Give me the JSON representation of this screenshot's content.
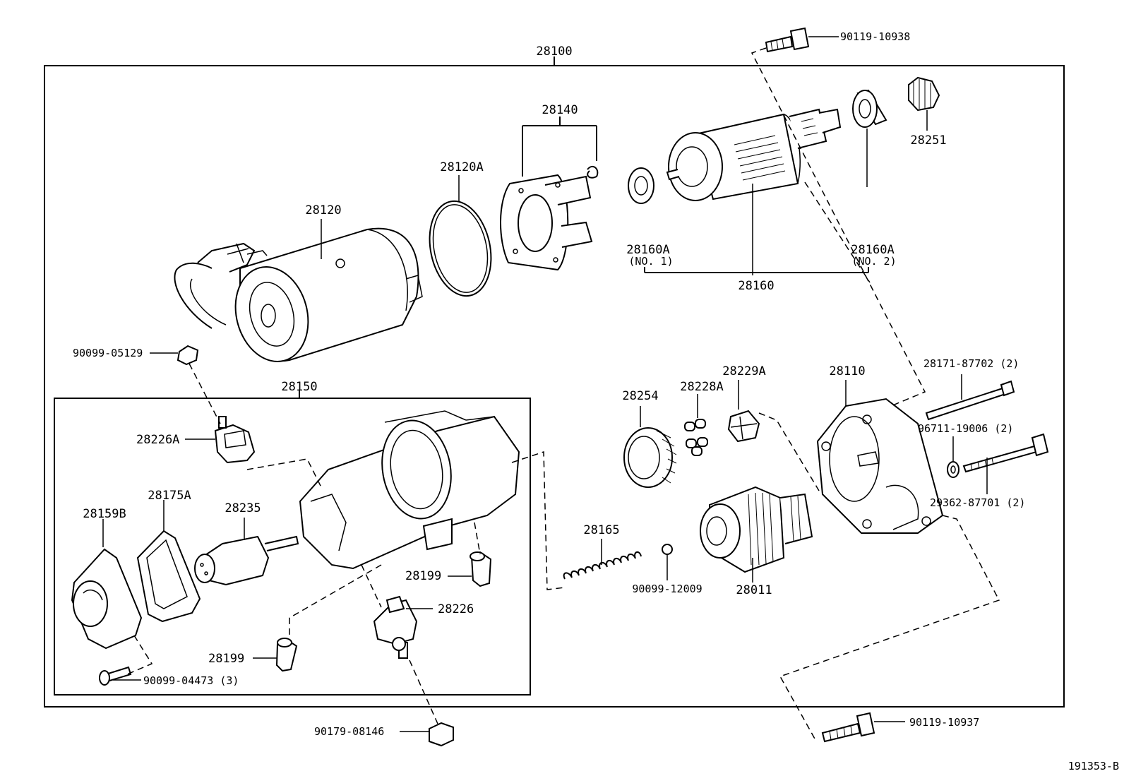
{
  "diagram_id": "191353-B",
  "labels": {
    "p28100": "28100",
    "p28140": "28140",
    "p28120A": "28120A",
    "p28120": "28120",
    "p28160A_1": "28160A",
    "p28160A_1_note": "(NO. 1)",
    "p28160A_2": "28160A",
    "p28160A_2_note": "(NO. 2)",
    "p28160": "28160",
    "p28251": "28251",
    "p90119_10938": "90119-10938",
    "p90099_05129": "90099-05129",
    "p28150": "28150",
    "p28226A": "28226A",
    "p28175A": "28175A",
    "p28159B": "28159B",
    "p28235": "28235",
    "p28199_a": "28199",
    "p28199_b": "28199",
    "p28226": "28226",
    "p90099_04473": "90099-04473 (3)",
    "p90179_08146": "90179-08146",
    "p28254": "28254",
    "p28228A": "28228A",
    "p28229A": "28229A",
    "p28110": "28110",
    "p28171_87702": "28171-87702 (2)",
    "p96711_19006": "96711-19006 (2)",
    "p29362_87701": "29362-87701 (2)",
    "p28165": "28165",
    "p90099_12009": "90099-12009",
    "p28011": "28011",
    "p90119_10937": "90119-10937"
  }
}
